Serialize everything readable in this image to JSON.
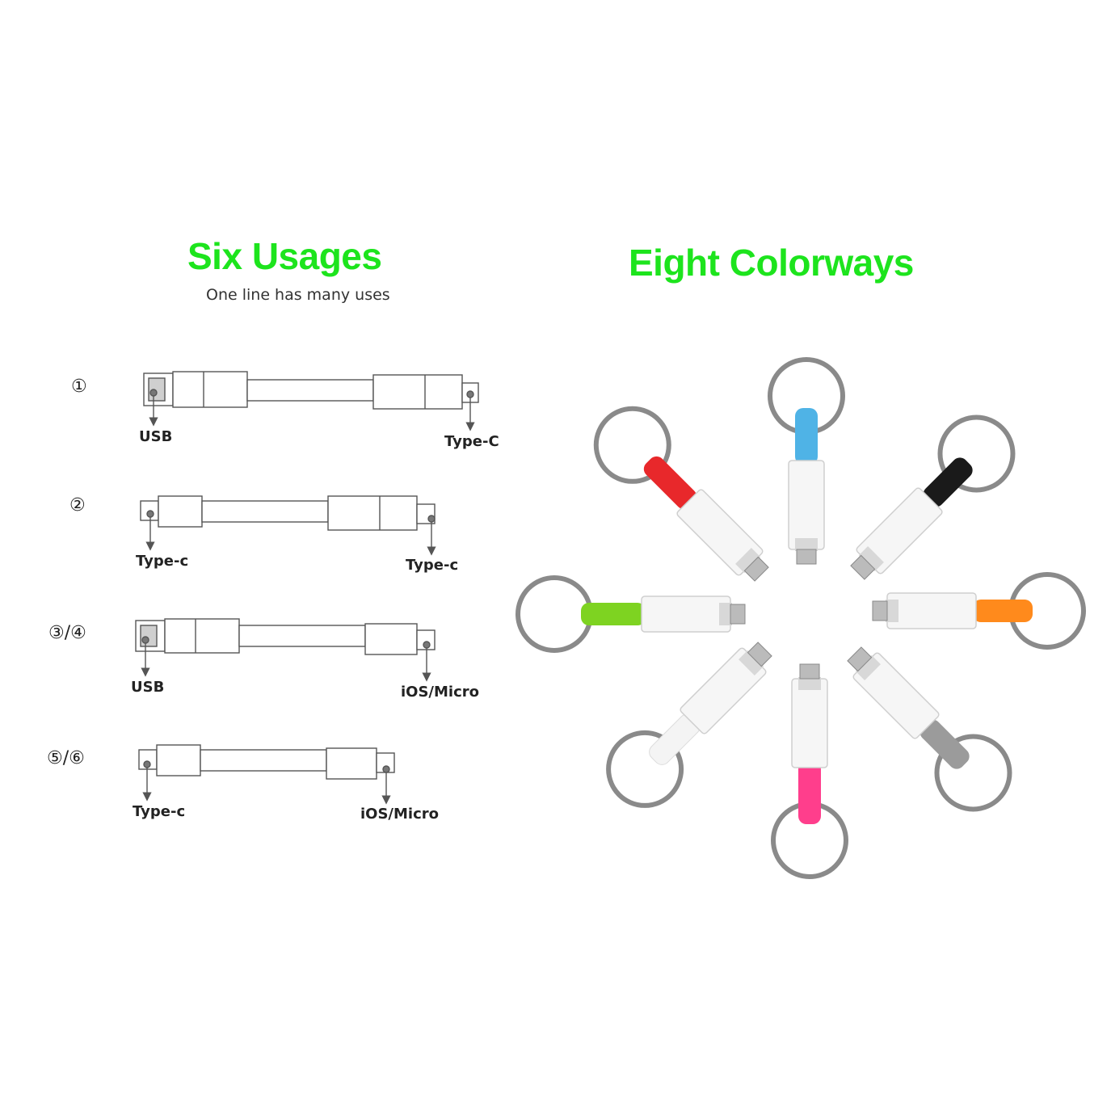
{
  "left": {
    "title": "Six Usages",
    "subtitle": "One line has many uses",
    "usages": [
      {
        "number": "①",
        "left_label": "USB",
        "right_label": "Type-C"
      },
      {
        "number": "②",
        "left_label": "Type-c",
        "right_label": "Type-c"
      },
      {
        "number": "③/④",
        "left_label": "USB",
        "right_label": "iOS/Micro"
      },
      {
        "number": "⑤/⑥",
        "left_label": "Type-c",
        "right_label": "iOS/Micro"
      }
    ]
  },
  "right": {
    "title": "Eight Colorways",
    "colors": [
      "#4fb3e6",
      "#1a1a1a",
      "#ff8a1c",
      "#9b9b9b",
      "#ff3e8c",
      "#f4f4f4",
      "#7ed321",
      "#e8282b"
    ]
  }
}
